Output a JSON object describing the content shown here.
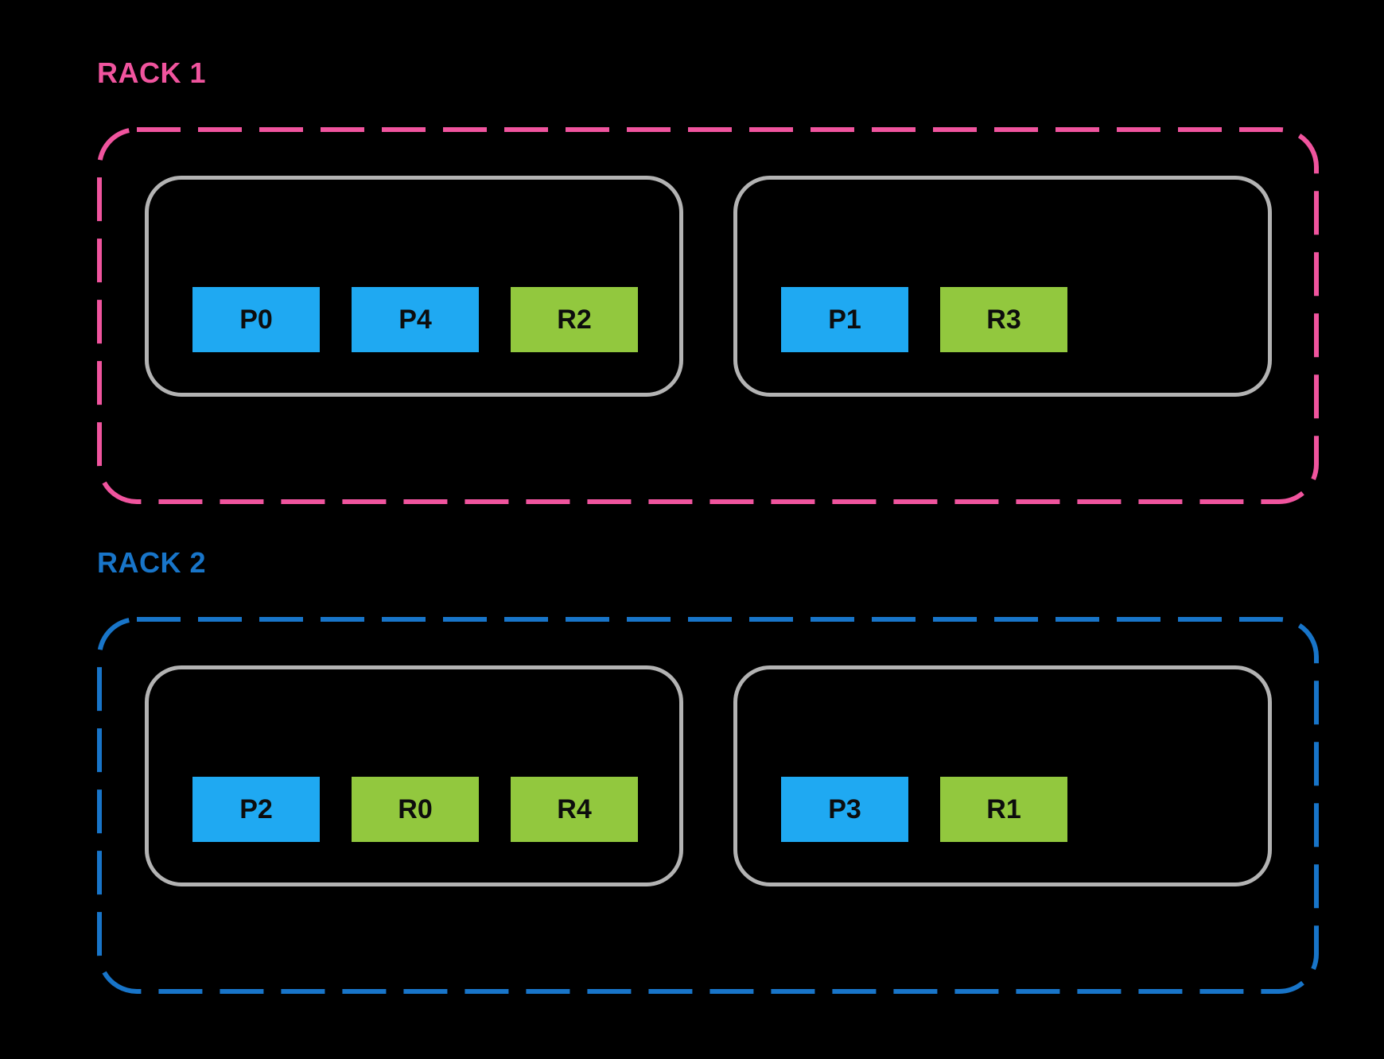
{
  "colors": {
    "background": "#000000",
    "primary_box": "#1FA9F2",
    "replica_box": "#92C83E",
    "host_border": "#B3B3B3",
    "box_text": "#0D0D0D"
  },
  "racks": [
    {
      "label": "RACK 1",
      "color": "#F0549E",
      "hosts": [
        {
          "slots": [
            {
              "label": "P0",
              "type": "primary"
            },
            {
              "label": "P4",
              "type": "primary"
            },
            {
              "label": "R2",
              "type": "replica"
            }
          ]
        },
        {
          "slots": [
            {
              "label": "P1",
              "type": "primary"
            },
            {
              "label": "R3",
              "type": "replica"
            }
          ]
        }
      ]
    },
    {
      "label": "RACK 2",
      "color": "#1875C9",
      "hosts": [
        {
          "slots": [
            {
              "label": "P2",
              "type": "primary"
            },
            {
              "label": "R0",
              "type": "replica"
            },
            {
              "label": "R4",
              "type": "replica"
            }
          ]
        },
        {
          "slots": [
            {
              "label": "P3",
              "type": "primary"
            },
            {
              "label": "R1",
              "type": "replica"
            }
          ]
        }
      ]
    }
  ]
}
